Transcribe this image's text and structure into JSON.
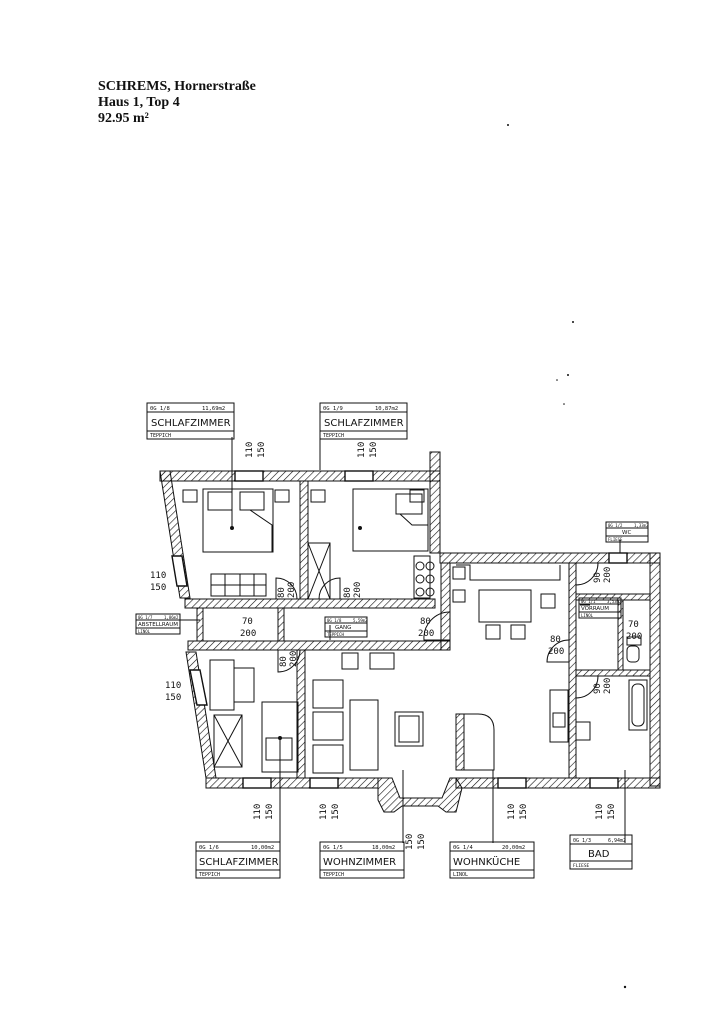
{
  "header": {
    "line1": "SCHREMS, Hornerstraße",
    "line2": "Haus 1, Top 4",
    "line3": "92.95 m²"
  },
  "rooms": {
    "schlaf_1_8": {
      "code": "0G 1/8",
      "area": "11,69m2",
      "name": "SCHLAFZIMMER",
      "floor": "TEPPICH"
    },
    "schlaf_1_9": {
      "code": "0G 1/9",
      "area": "10,87m2",
      "name": "SCHLAFZIMMER",
      "floor": "TEPPICH"
    },
    "wc_1_2": {
      "code": "0G 1/2",
      "area": "1,33m2",
      "name": "WC",
      "floor": "FLIESE"
    },
    "vorraum_1_1": {
      "code": "0G 1/1",
      "area": "3,53m2",
      "name": "VORRAUM",
      "floor": "LINOL"
    },
    "abstell_1_7": {
      "code": "0G 1/7",
      "area": "1,86m2",
      "name": "ABSTELLRAUM",
      "floor": "LINOL"
    },
    "gang_1_8": {
      "code": "0G 1/8",
      "area": "5,59m2",
      "name": "GANG",
      "floor": "TEPPICH"
    },
    "schlaf_1_6": {
      "code": "0G 1/6",
      "area": "10,00m2",
      "name": "SCHLAFZIMMER",
      "floor": "TEPPICH"
    },
    "wohn_1_5": {
      "code": "0G 1/5",
      "area": "18,00m2",
      "name": "WOHNZIMMER",
      "floor": "TEPPICH"
    },
    "kueche_1_4": {
      "code": "0G 1/4",
      "area": "20,00m2",
      "name": "WOHNKÜCHE",
      "floor": "LINOL"
    },
    "bad_1_3": {
      "code": "0G 1/3",
      "area": "6,94m2",
      "name": "BAD",
      "floor": "FLIESE"
    }
  },
  "dimensions": {
    "win_110": "110",
    "win_150": "150",
    "door_80": "80",
    "door_200": "200",
    "door_70": "70",
    "door_90": "90"
  }
}
